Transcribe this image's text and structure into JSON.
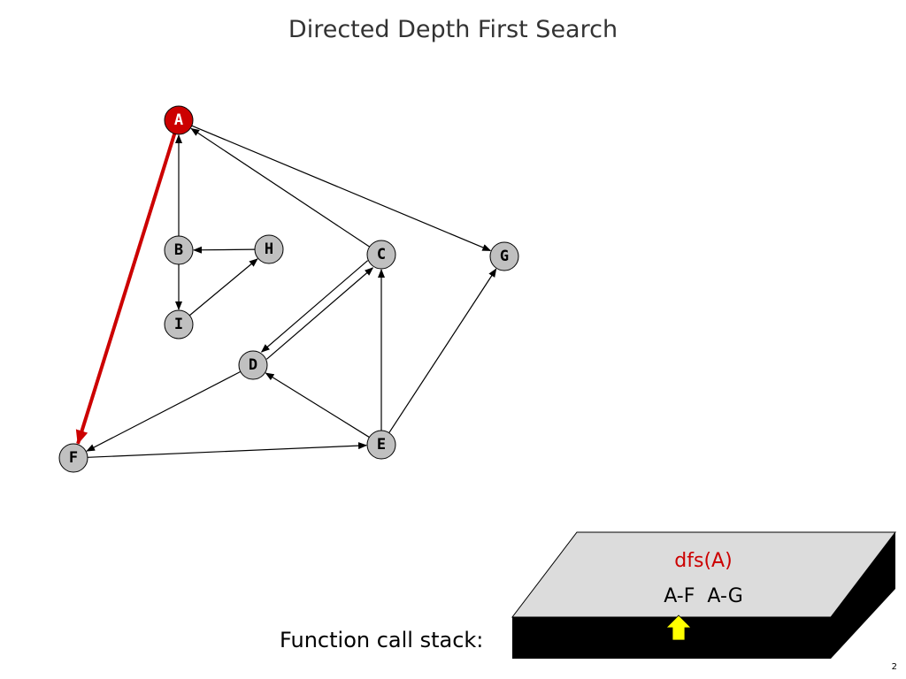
{
  "title": "Directed Depth First Search",
  "colors": {
    "node_fill": "#c0c0c0",
    "active_node_fill": "#cc0000",
    "active_edge": "#cc0000",
    "edge": "#000000",
    "stack_top": "#dcdcdc",
    "stack_side": "#000000",
    "arrow_pointer": "#ffff00",
    "frame_name": "#cc0000"
  },
  "graph": {
    "nodes": [
      {
        "id": "A",
        "label": "A",
        "active": true
      },
      {
        "id": "B",
        "label": "B",
        "active": false
      },
      {
        "id": "H",
        "label": "H",
        "active": false
      },
      {
        "id": "C",
        "label": "C",
        "active": false
      },
      {
        "id": "G",
        "label": "G",
        "active": false
      },
      {
        "id": "I",
        "label": "I",
        "active": false
      },
      {
        "id": "D",
        "label": "D",
        "active": false
      },
      {
        "id": "F",
        "label": "F",
        "active": false
      },
      {
        "id": "E",
        "label": "E",
        "active": false
      }
    ],
    "edges": [
      {
        "from": "A",
        "to": "G",
        "highlighted": false
      },
      {
        "from": "A",
        "to": "F",
        "highlighted": true
      },
      {
        "from": "B",
        "to": "A",
        "highlighted": false
      },
      {
        "from": "B",
        "to": "I",
        "highlighted": false
      },
      {
        "from": "H",
        "to": "B",
        "highlighted": false
      },
      {
        "from": "I",
        "to": "H",
        "highlighted": false
      },
      {
        "from": "C",
        "to": "A",
        "highlighted": false
      },
      {
        "from": "C",
        "to": "D",
        "highlighted": false
      },
      {
        "from": "D",
        "to": "C",
        "highlighted": false
      },
      {
        "from": "D",
        "to": "F",
        "highlighted": false
      },
      {
        "from": "F",
        "to": "E",
        "highlighted": false
      },
      {
        "from": "E",
        "to": "D",
        "highlighted": false
      },
      {
        "from": "E",
        "to": "C",
        "highlighted": false
      },
      {
        "from": "E",
        "to": "G",
        "highlighted": false
      }
    ]
  },
  "call_stack": {
    "label": "Function call stack:",
    "frame_name": "dfs(A)",
    "pending_edges": "A-F  A-G"
  },
  "page_number": "2"
}
